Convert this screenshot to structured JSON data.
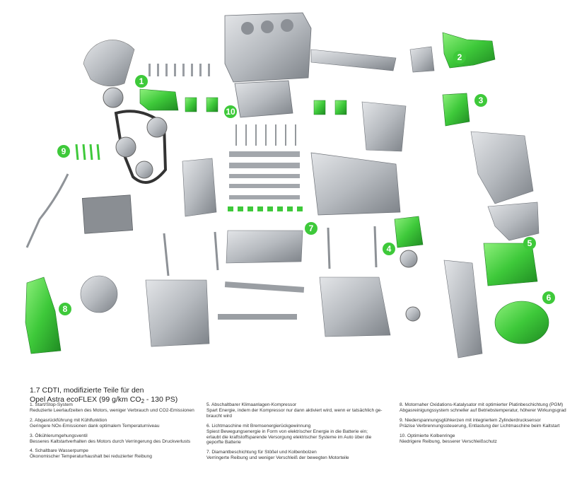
{
  "title": {
    "line1": "1.7 CDTI, modifizierte Teile für den",
    "line2_before": "Opel Astra ecoFLEX (99 g/km CO",
    "line2_sub": "2",
    "line2_after": " - 130 PS)"
  },
  "badges": [
    "1",
    "2",
    "3",
    "4",
    "5",
    "6",
    "7",
    "8",
    "9",
    "10"
  ],
  "colors": {
    "highlight": "#3ec93a",
    "badge": "#3ec93a",
    "metal": "#b9bcc0",
    "dark_metal": "#6f7378"
  },
  "legend": {
    "col1": [
      {
        "title": "1. Start/Stop-System",
        "text": "Reduzierte Leerlaufzeiten des Motors, weniger Verbrauch und CO2-Emissionen"
      },
      {
        "title": "2. Abgasrückführung mit Kühlfunktion",
        "text": "Geringere NOx-Emissionen dank optimalem Temperaturniveau"
      },
      {
        "title": "3. Ölkühlerumgehungsventil",
        "text": "Besseres Kaltstartverhalten des Motors durch Verringerung des Druckverlusts"
      },
      {
        "title": "4. Schaltbare Wasserpumpe",
        "text": "Ökonomischer Temperaturhaushalt bei reduzierter Reibung"
      }
    ],
    "col2": [
      {
        "title": "5. Abschaltbarer Klimaanlagen-Kompressor",
        "text": "Spart Energie, indem der Kompressor nur dann aktiviert wird, wenn er tatsächlich ge-",
        "text2": "braucht wird"
      },
      {
        "title": "6. Lichtmaschine mit Bremsenergierückgewinnung",
        "text": "Spiest Bewegungsenergie in Form von elektrischer Energie in die Batterie ein;",
        "text2": "erlaubt die kraftstoffsparende Versorgung elektrischer Systeme im Auto über die",
        "text3": "geporfte Batterie"
      },
      {
        "title": "7. Diamantbeschichtung für Stößel und Kolbenbolzen",
        "text": "Verringerte Reibung und weniger Verschleiß der bewegten Motorteile"
      }
    ],
    "col3": [
      {
        "title": "8. Motornaher Oxidations-Katalysator mit optimierter Platinbeschichtung (PGM)",
        "text": "Abgasreinigungssystem schneller auf Betriebstemperatur, höherer Wirkungsgrad"
      },
      {
        "title": "9. Niederspannungsglühkerzen mit integriertem Zylinderdrucksensor",
        "text": "Präzise Verbrennungssteuerung, Entlastung der Lichtmaschine beim Kaltstart"
      },
      {
        "title": "10. Optimierte Kolbenringe",
        "text": "Niedrigere Reibung, besserer Verschleißschutz"
      }
    ]
  }
}
